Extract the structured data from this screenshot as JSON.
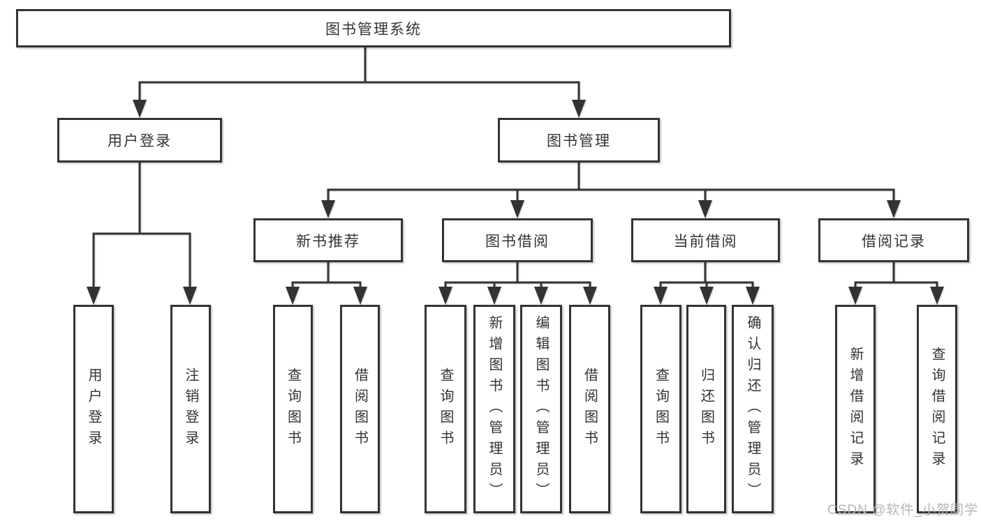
{
  "diagram": {
    "root": {
      "label": "图书管理系统"
    },
    "user_login": {
      "label": "用户登录",
      "children": [
        {
          "label": "用户登录"
        },
        {
          "label": "注销登录"
        }
      ]
    },
    "book_mgmt": {
      "label": "图书管理",
      "new_book": {
        "label": "新书推荐",
        "children": [
          {
            "label": "查询图书"
          },
          {
            "label": "借阅图书"
          }
        ]
      },
      "borrow": {
        "label": "图书借阅",
        "children": [
          {
            "label": "查询图书"
          },
          {
            "label": "新增图书（管理员）"
          },
          {
            "label": "编辑图书（管理员）"
          },
          {
            "label": "借阅图书"
          }
        ]
      },
      "current": {
        "label": "当前借阅",
        "children": [
          {
            "label": "查询图书"
          },
          {
            "label": "归还图书"
          },
          {
            "label": "确认归还（管理员）"
          }
        ]
      },
      "records": {
        "label": "借阅记录",
        "children": [
          {
            "label": "新增借阅记录"
          },
          {
            "label": "查询借阅记录"
          }
        ]
      }
    }
  },
  "watermark": {
    "text": "CSDN @软件_小贺同学"
  },
  "colors": {
    "line": "#333333",
    "box_border": "#333333",
    "text": "#333333",
    "background": "#ffffff",
    "watermark": "#b5b5b5"
  }
}
